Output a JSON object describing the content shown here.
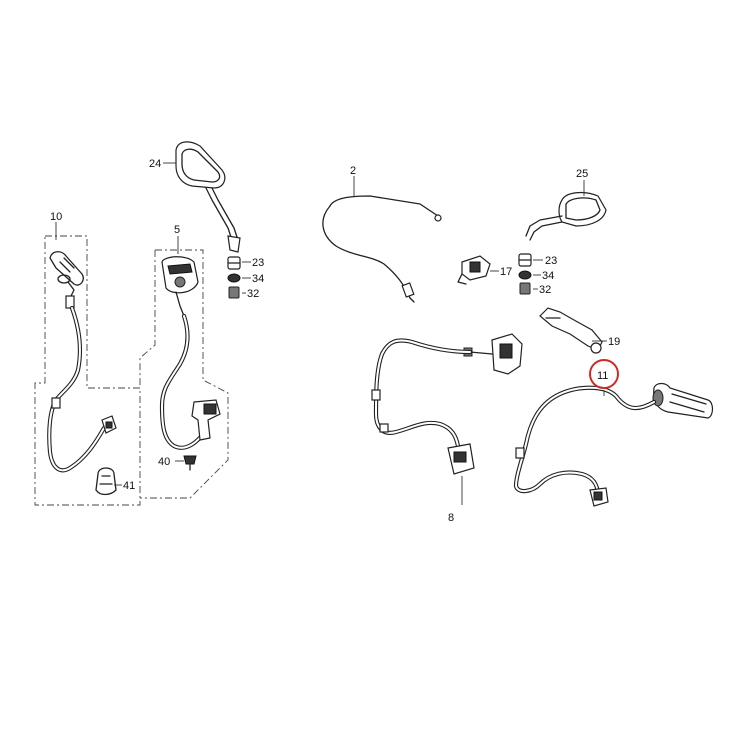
{
  "diagram": {
    "highlight_color": "#d42828",
    "callouts": [
      {
        "id": "c10",
        "text": "10"
      },
      {
        "id": "c24",
        "text": "24"
      },
      {
        "id": "c5",
        "text": "5"
      },
      {
        "id": "c23a",
        "text": "23"
      },
      {
        "id": "c34a",
        "text": "34"
      },
      {
        "id": "c32a",
        "text": "32"
      },
      {
        "id": "c40",
        "text": "40"
      },
      {
        "id": "c41",
        "text": "41"
      },
      {
        "id": "c2",
        "text": "2"
      },
      {
        "id": "c17",
        "text": "17"
      },
      {
        "id": "c25",
        "text": "25"
      },
      {
        "id": "c23b",
        "text": "23"
      },
      {
        "id": "c34b",
        "text": "34"
      },
      {
        "id": "c32b",
        "text": "32"
      },
      {
        "id": "c19",
        "text": "19"
      },
      {
        "id": "c11",
        "text": "11"
      },
      {
        "id": "c8",
        "text": "8"
      }
    ]
  }
}
